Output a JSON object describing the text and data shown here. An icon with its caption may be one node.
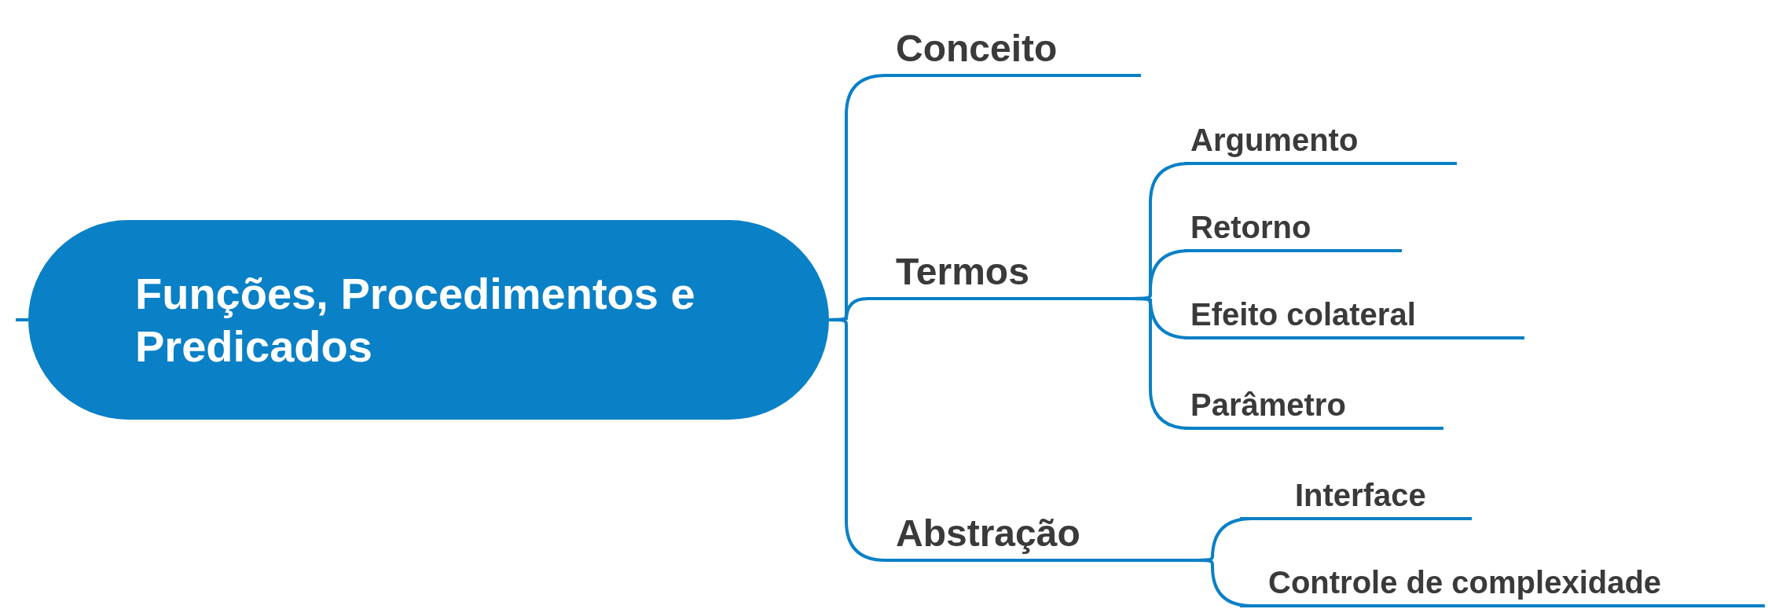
{
  "diagram": {
    "nodes": [
      {
        "text": [
          "Funções, Procedimentos e Predicados"
        ]
      },
      {
        "text": [
          "Conceito"
        ]
      },
      {
        "text": [
          "Termos"
        ]
      },
      {
        "text": [
          "Argumento"
        ]
      },
      {
        "text": [
          "Retorno"
        ]
      },
      {
        "text": [
          "Efeito colateral"
        ]
      },
      {
        "text": [
          "Parâmetro"
        ]
      },
      {
        "text": [
          "Abstração"
        ]
      },
      {
        "text": [
          "Interface"
        ]
      },
      {
        "text": [
          "Controle de complexidade"
        ]
      }
    ],
    "edges": [
      {
        "from": null,
        "to": 0,
        "arrow": "none"
      },
      {
        "from": 0,
        "to": 1,
        "arrow": "none"
      },
      {
        "from": 0,
        "to": 2,
        "arrow": "none"
      },
      {
        "from": 2,
        "to": 3,
        "arrow": "none"
      },
      {
        "from": 2,
        "to": 4,
        "arrow": "none"
      },
      {
        "from": 2,
        "to": 5,
        "arrow": "none"
      },
      {
        "from": 2,
        "to": 6,
        "arrow": "none"
      },
      {
        "from": 0,
        "to": 7,
        "arrow": "none"
      },
      {
        "from": 7,
        "to": 8,
        "arrow": "none"
      },
      {
        "from": 7,
        "to": 9,
        "arrow": "none"
      }
    ]
  }
}
